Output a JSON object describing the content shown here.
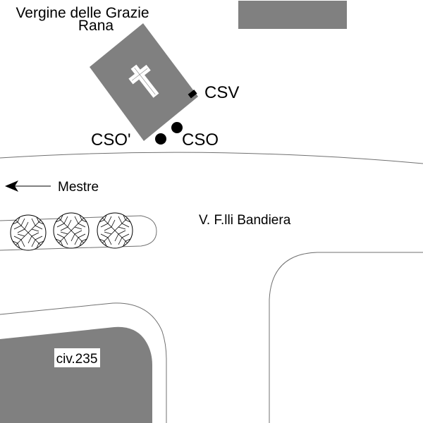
{
  "map": {
    "church_name_line1": "Vergine delle Grazie",
    "church_name_line2": "Rana",
    "church_symbol": "cross-icon",
    "markers": {
      "csv": "CSV",
      "cso": "CSO",
      "cso_prime": "CSO'"
    },
    "direction": {
      "label": "Mestre",
      "icon": "arrow-left-icon"
    },
    "street_name": "V. F.lli Bandiera",
    "civic_number": "civ.235",
    "trees_count": 3,
    "colors": {
      "building": "#808080",
      "road_line": "#707070",
      "marker": "#000000",
      "background": "#ffffff"
    }
  }
}
